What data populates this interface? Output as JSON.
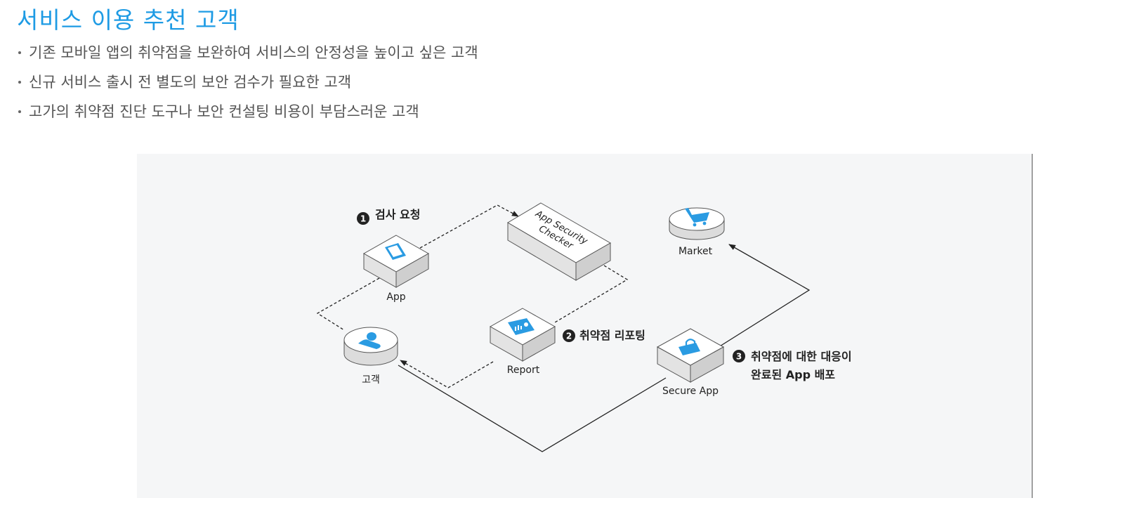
{
  "page": {
    "title": "서비스 이용 추천 고객",
    "bullets": [
      "기존 모바일 앱의 취약점을 보완하여 서비스의 안정성을 높이고 싶은 고객",
      "신규 서비스 출시 전 별도의 보안 검수가 필요한 고객",
      "고가의 취약점 진단 도구나 보안 컨설팅 비용이 부담스러운 고객"
    ]
  },
  "diagram": {
    "colors": {
      "accent": "#2a9be2",
      "line": "#222222",
      "panel": "#f5f6f7"
    },
    "nodes": {
      "app": {
        "label": "App",
        "icon": "tablet-icon"
      },
      "checker": {
        "label_line1": "App Security",
        "label_line2": "Checker"
      },
      "market": {
        "label": "Market",
        "icon": "shopping-cart-icon"
      },
      "customer": {
        "label": "고객",
        "icon": "user-icon"
      },
      "report": {
        "label": "Report",
        "icon": "report-icon"
      },
      "secure_app": {
        "label": "Secure App",
        "icon": "lock-icon"
      }
    },
    "steps": [
      {
        "number": "1",
        "text": "검사 요청"
      },
      {
        "number": "2",
        "text": "취약점 리포팅"
      },
      {
        "number": "3",
        "text_line1": "취약점에 대한 대응이",
        "text_line2": "완료된 App 배포"
      }
    ]
  }
}
